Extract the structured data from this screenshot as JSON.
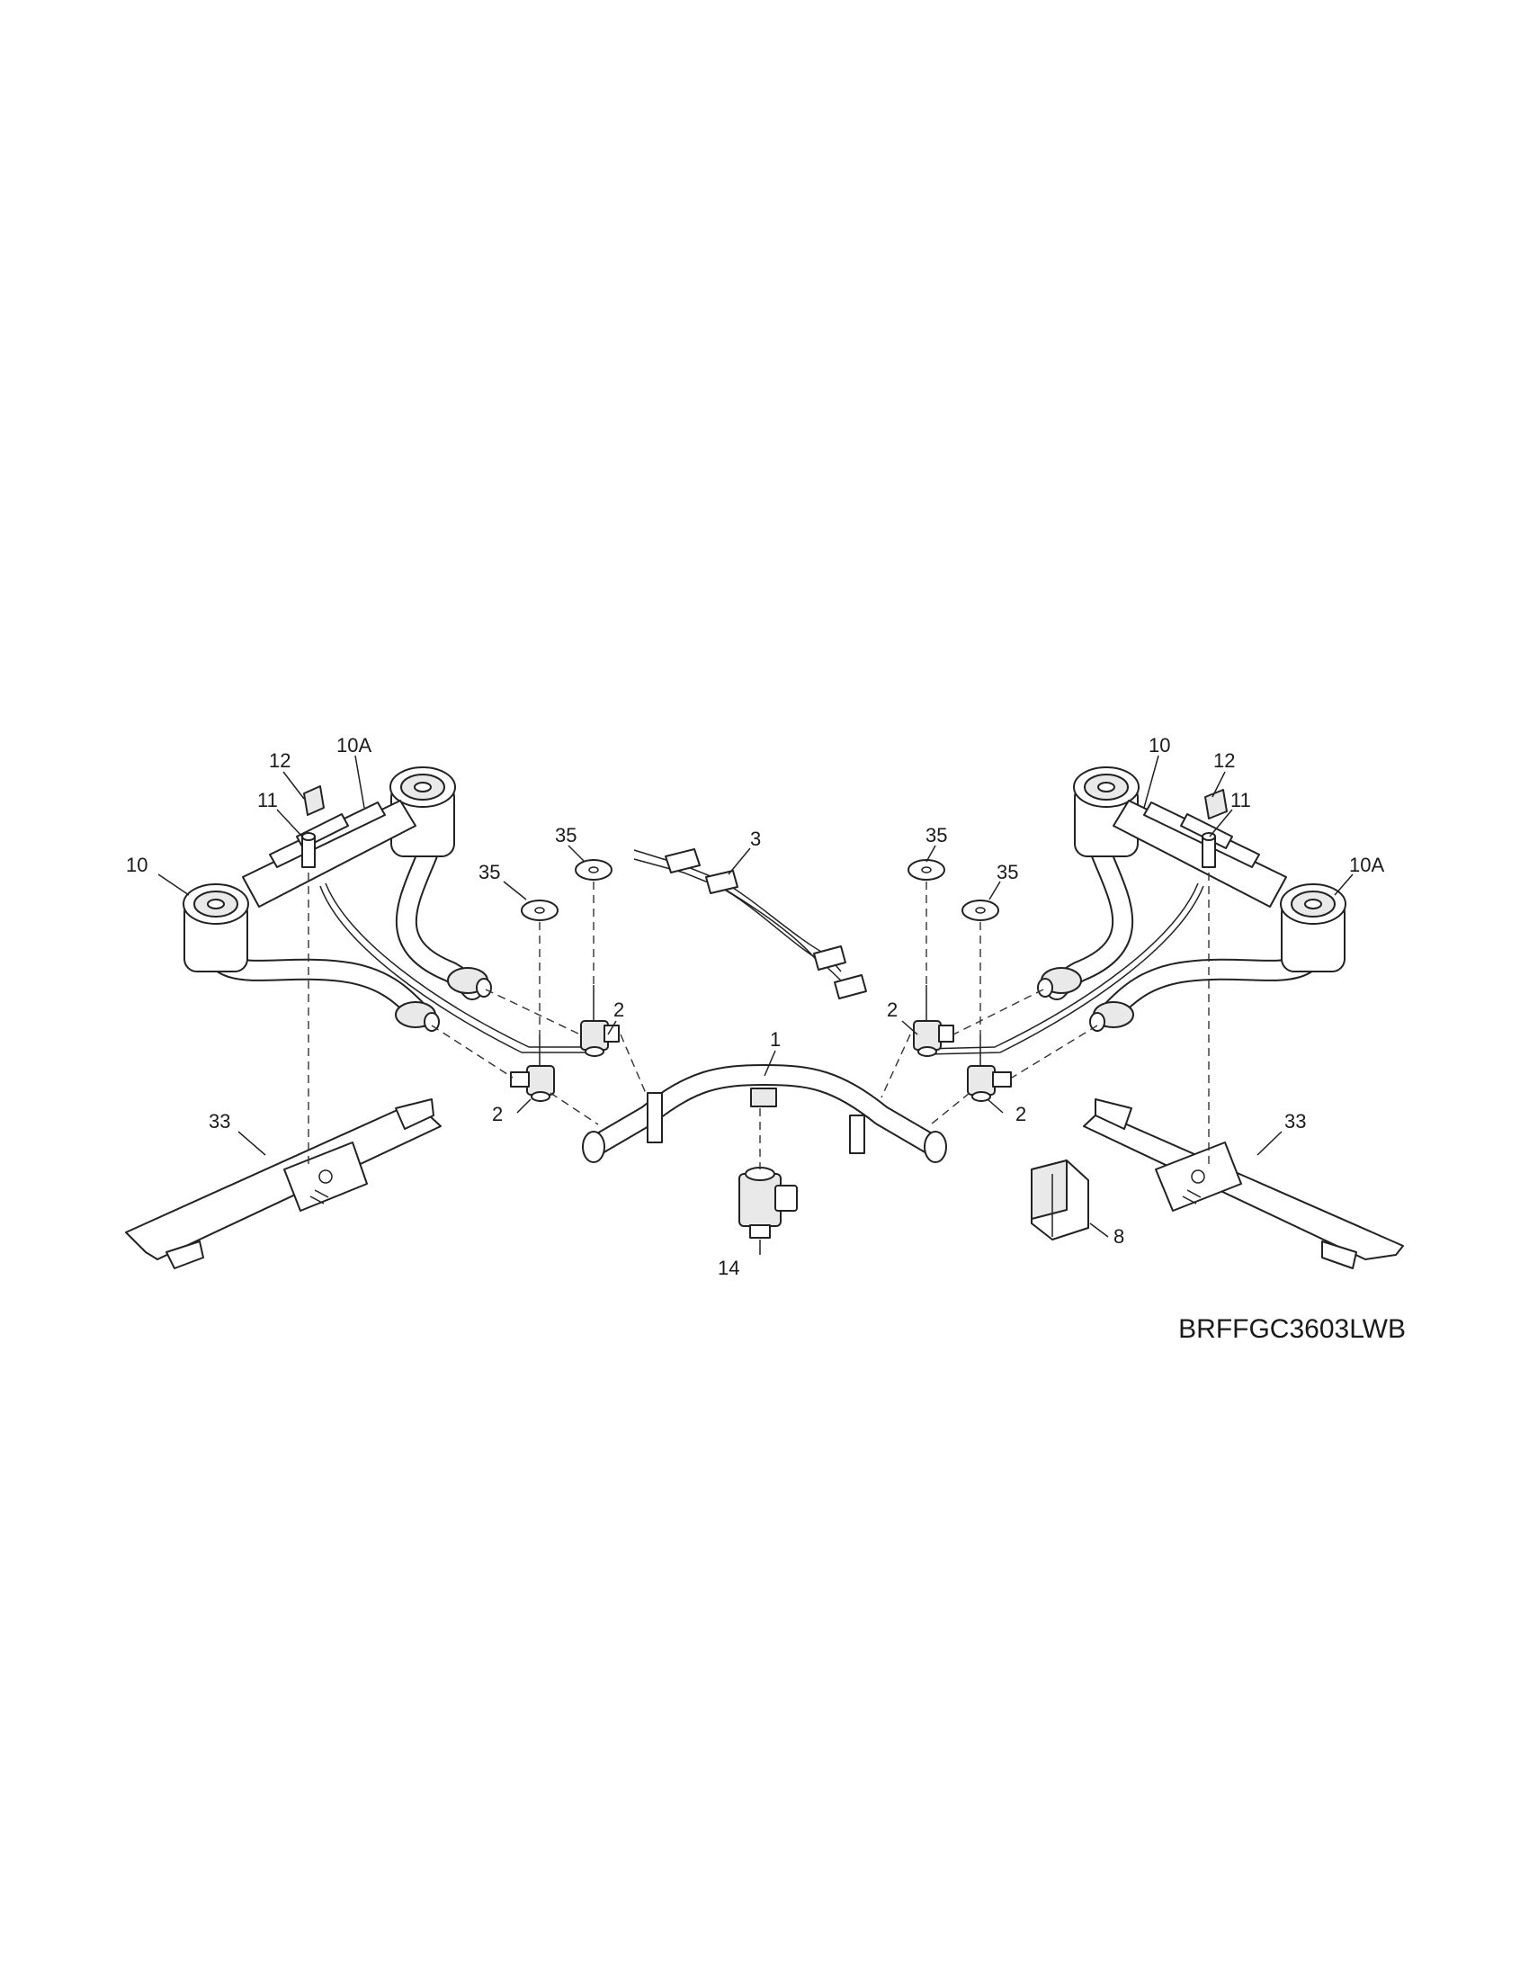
{
  "diagram": {
    "model_number": "BRFFGC3603LWB",
    "callouts": {
      "manifold": "1",
      "valve_left_upper": "2",
      "valve_left_lower": "2",
      "valve_right_upper": "2",
      "valve_right_lower": "2",
      "harness": "3",
      "spark_module": "8",
      "burner_left_front": "10",
      "burner_left_rear": "10A",
      "burner_right_rear": "10",
      "burner_right_front": "10A",
      "clip_left": "11",
      "clip_right": "11",
      "bracket_left": "12",
      "bracket_right": "12",
      "regulator": "14",
      "support_left": "33",
      "support_right": "33",
      "washer_left_a": "35",
      "washer_left_b": "35",
      "washer_right_a": "35",
      "washer_right_b": "35"
    }
  }
}
